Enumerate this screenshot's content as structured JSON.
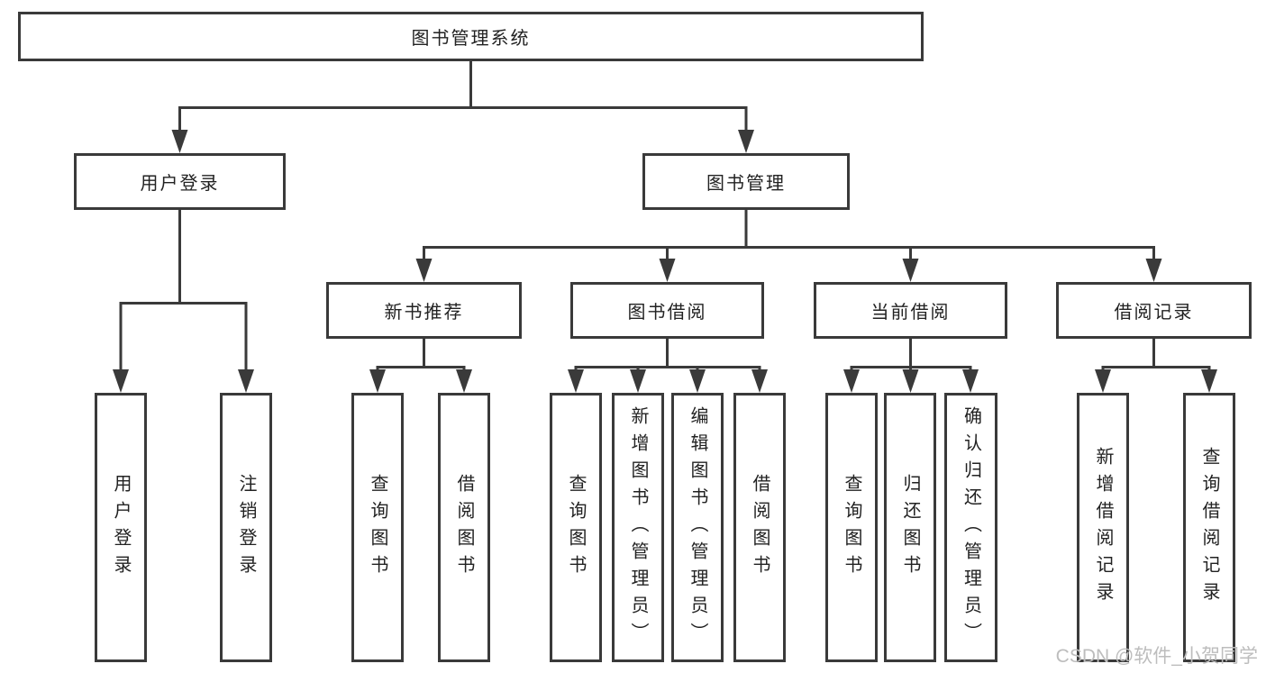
{
  "diagram": {
    "root": {
      "label": "图书管理系统"
    },
    "level2": [
      {
        "label": "用户登录"
      },
      {
        "label": "图书管理"
      }
    ],
    "level3": [
      {
        "label": "新书推荐",
        "parent": "图书管理"
      },
      {
        "label": "图书借阅",
        "parent": "图书管理"
      },
      {
        "label": "当前借阅",
        "parent": "图书管理"
      },
      {
        "label": "借阅记录",
        "parent": "图书管理"
      }
    ],
    "leaves": [
      {
        "label": "用户登录",
        "parent": "用户登录"
      },
      {
        "label": "注销登录",
        "parent": "用户登录"
      },
      {
        "label": "查询图书",
        "parent": "新书推荐"
      },
      {
        "label": "借阅图书",
        "parent": "新书推荐"
      },
      {
        "label": "查询图书",
        "parent": "图书借阅"
      },
      {
        "label": "新增图书（管理员）",
        "parent": "图书借阅"
      },
      {
        "label": "编辑图书（管理员）",
        "parent": "图书借阅"
      },
      {
        "label": "借阅图书",
        "parent": "图书借阅"
      },
      {
        "label": "查询图书",
        "parent": "当前借阅"
      },
      {
        "label": "归还图书",
        "parent": "当前借阅"
      },
      {
        "label": "确认归还（管理员）",
        "parent": "当前借阅"
      },
      {
        "label": "新增借阅记录",
        "parent": "借阅记录"
      },
      {
        "label": "查询借阅记录",
        "parent": "借阅记录"
      }
    ]
  },
  "watermark": {
    "text": "CSDN @软件_小贺同学"
  },
  "colors": {
    "line": "#3a3a3a",
    "box_border": "#3a3a3a",
    "text": "#222222",
    "background": "#ffffff",
    "watermark": "#bdbdbd"
  }
}
